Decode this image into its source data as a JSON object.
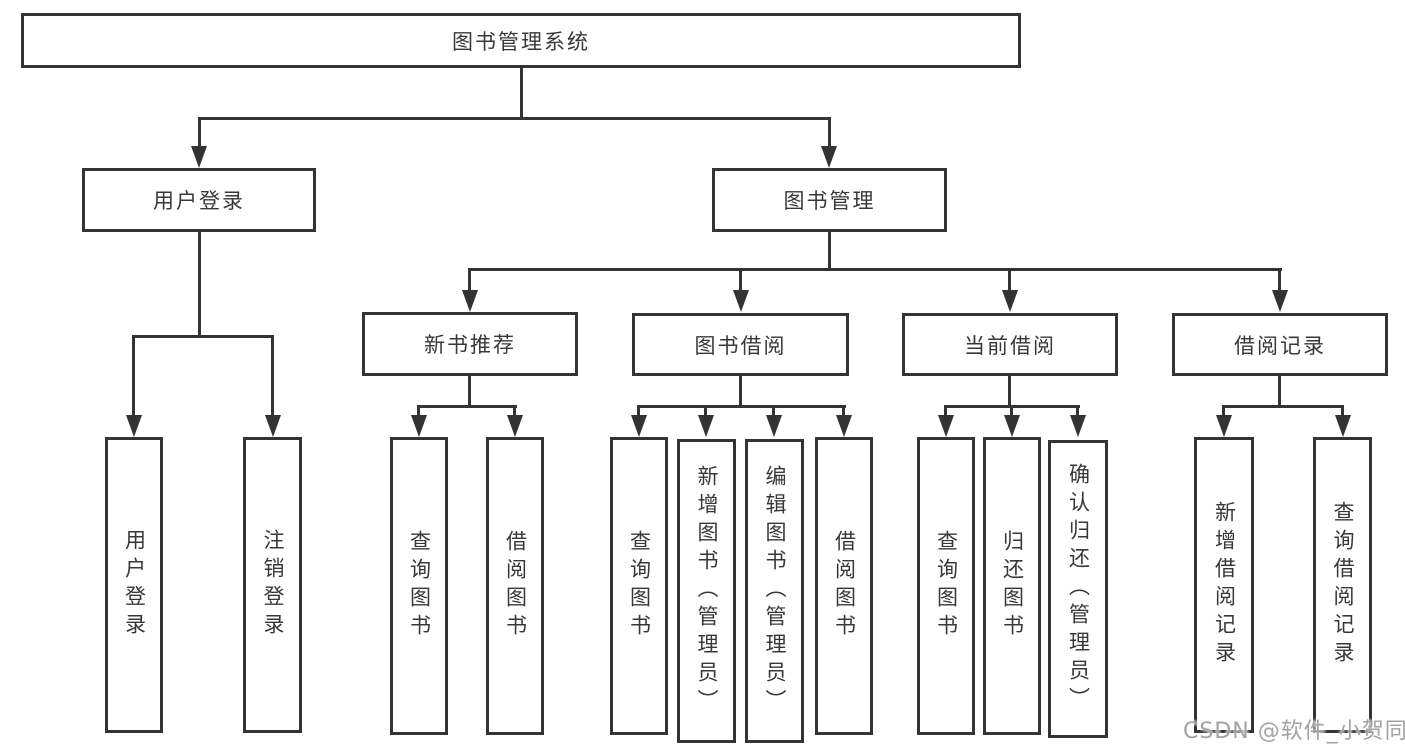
{
  "diagram_title": "图书管理系统",
  "colors": {
    "line": "#333333",
    "border": "#333333",
    "text": "#383838",
    "background": "#ffffff",
    "watermark": "#a3a3a3"
  },
  "nodes": {
    "root": {
      "label": "图书管理系统"
    },
    "branches": [
      {
        "label": "用户登录"
      },
      {
        "label": "图书管理"
      }
    ],
    "modules": [
      {
        "label": "新书推荐",
        "parent": "图书管理"
      },
      {
        "label": "图书借阅",
        "parent": "图书管理"
      },
      {
        "label": "当前借阅",
        "parent": "图书管理"
      },
      {
        "label": "借阅记录",
        "parent": "图书管理"
      }
    ],
    "leaves": [
      {
        "label": "用户登录",
        "parent": "用户登录"
      },
      {
        "label": "注销登录",
        "parent": "用户登录"
      },
      {
        "label": "查询图书",
        "parent": "新书推荐"
      },
      {
        "label": "借阅图书",
        "parent": "新书推荐"
      },
      {
        "label": "查询图书",
        "parent": "图书借阅"
      },
      {
        "label": "新增图书（管理员）",
        "parent": "图书借阅"
      },
      {
        "label": "编辑图书（管理员）",
        "parent": "图书借阅"
      },
      {
        "label": "借阅图书",
        "parent": "图书借阅"
      },
      {
        "label": "查询图书",
        "parent": "当前借阅"
      },
      {
        "label": "归还图书",
        "parent": "当前借阅"
      },
      {
        "label": "确认归还（管理员）",
        "parent": "当前借阅"
      },
      {
        "label": "新增借阅记录",
        "parent": "借阅记录"
      },
      {
        "label": "查询借阅记录",
        "parent": "借阅记录"
      }
    ]
  },
  "watermark": "CSDN @软件_小贺同学"
}
